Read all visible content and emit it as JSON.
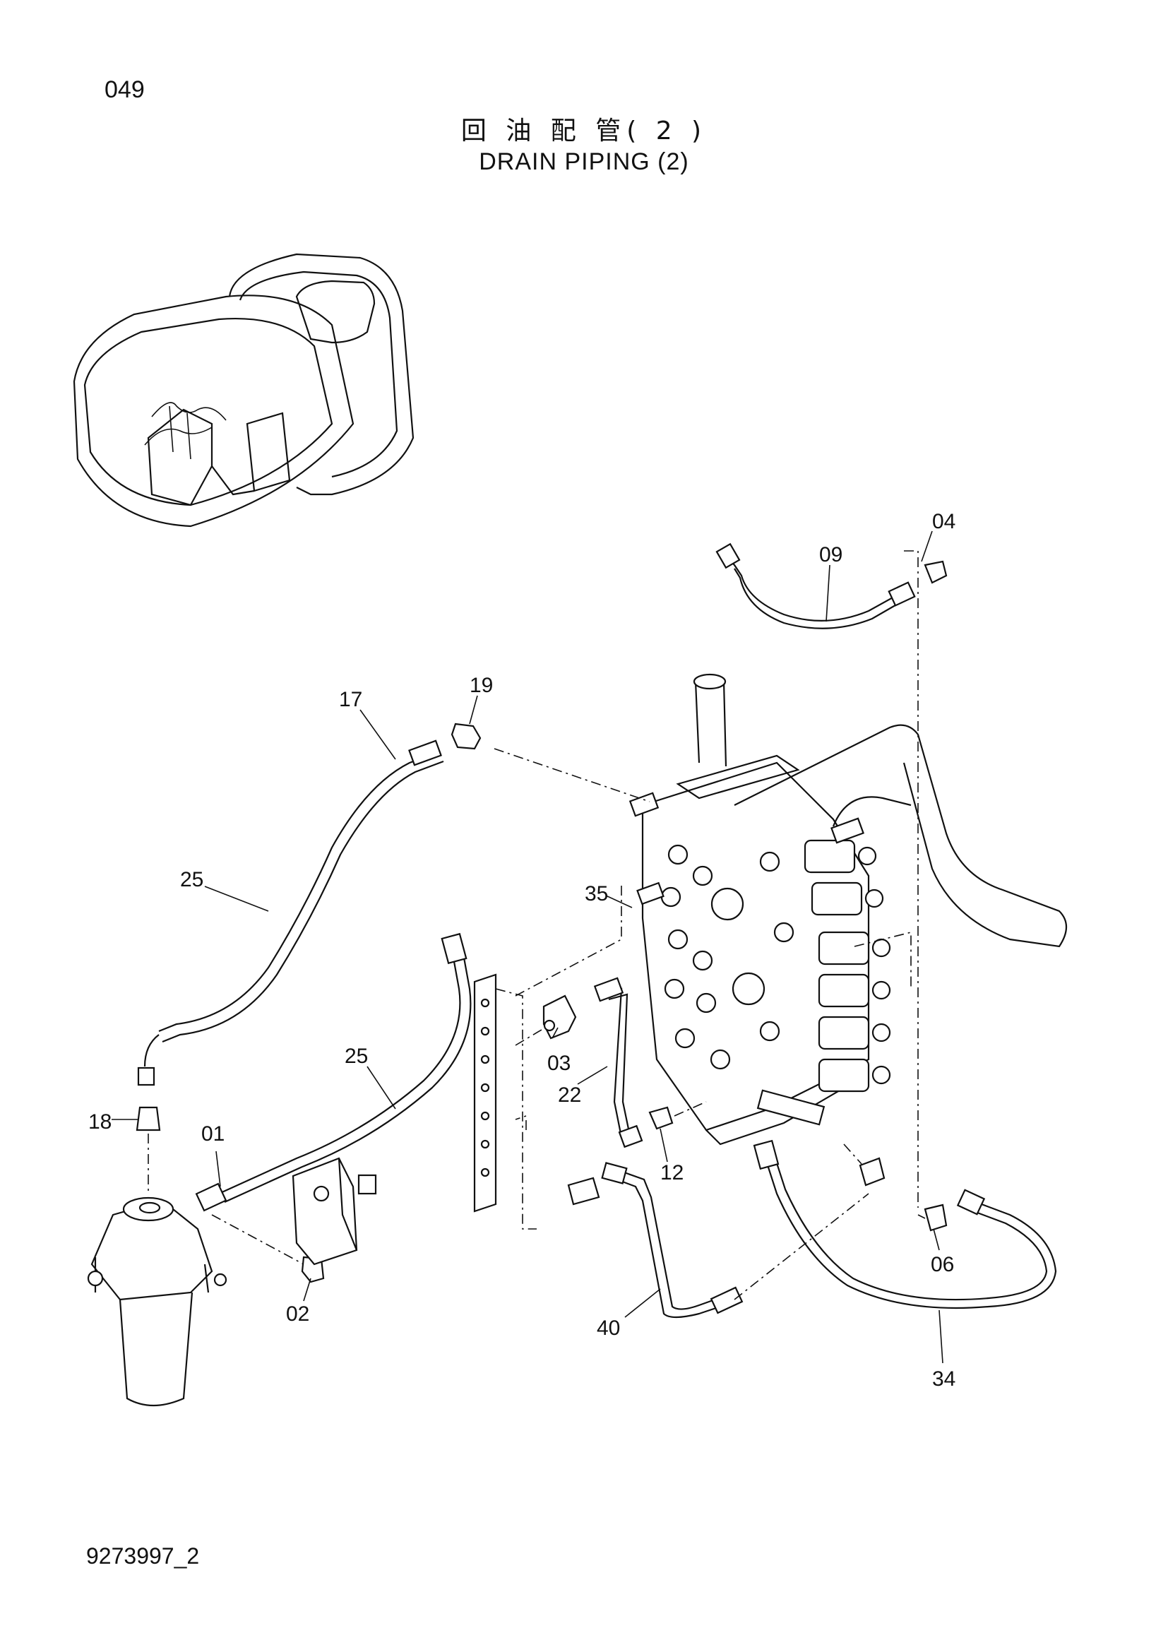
{
  "page_number": "049",
  "title_cn": "回 油 配 管( 2 )",
  "title_en": "DRAIN  PIPING  (2)",
  "document_code": "9273997_2",
  "callouts": {
    "p01": "01",
    "p02": "02",
    "p03": "03",
    "p04": "04",
    "p06": "06",
    "p09": "09",
    "p12": "12",
    "p17": "17",
    "p18": "18",
    "p19": "19",
    "p22": "22",
    "p25a": "25",
    "p25b": "25",
    "p34": "34",
    "p35": "35",
    "p40": "40"
  }
}
